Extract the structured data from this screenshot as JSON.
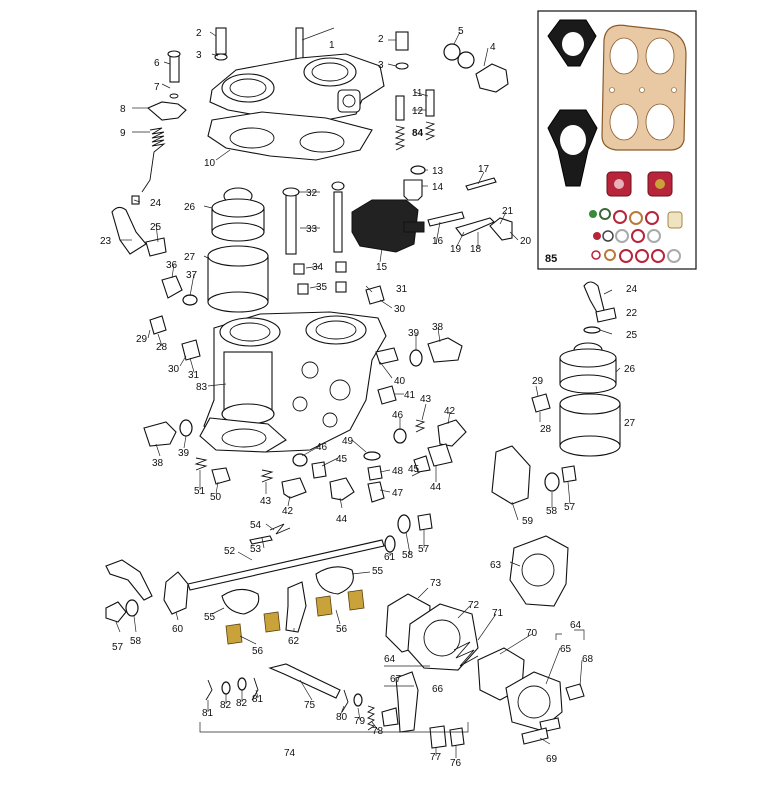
{
  "diagram": {
    "kit_label": "85",
    "callouts": {
      "body_top": "1",
      "screw_a": "2",
      "washer_a": "3",
      "plug": "4",
      "plug_washer": "5",
      "stud": "6",
      "clip_screw": "7",
      "bracket": "8",
      "spring_main": "9",
      "top_gasket": "10",
      "jet_11": "11",
      "jet_12": "12",
      "jet_13": "13",
      "needle_valve": "14",
      "float_cover": "15",
      "pin_16": "16",
      "rod_17": "17",
      "link_18": "18",
      "lever_19": "19",
      "bolt_20": "20",
      "nut_21": "21",
      "pump_nozzle": "22",
      "nozzle_pipe": "23",
      "screw_24": "24",
      "washer_25": "25",
      "venturi_26": "26",
      "float_27": "27",
      "jet_28": "28",
      "jet_29": "29",
      "jet_30": "30",
      "jet_31": "31",
      "jet_32": "32",
      "tube_33": "33",
      "jet_34": "34",
      "jet_35": "35",
      "jet_36": "36",
      "washer_37": "37",
      "plug_38": "38",
      "washer_39": "39",
      "jet_40": "40",
      "jet_41": "41",
      "screw_42": "42",
      "spring_43": "43",
      "screw_44": "44",
      "jet_45": "45",
      "washer_46": "46",
      "valve_47": "47",
      "jet_48": "48",
      "washer_49": "49",
      "spring_50": "50",
      "jet_51": "51",
      "shaft_52": "52",
      "pin_53": "53",
      "spring_54": "54",
      "throttle_55": "55",
      "screw_56": "56",
      "nut_57": "57",
      "washer_58": "58",
      "lever_59": "59",
      "lever_60": "60",
      "washer_61": "61",
      "link_62": "62",
      "pump_body": "63",
      "lever_assy_64": "64",
      "cover_65": "65",
      "link_66": "66",
      "pin_67": "67",
      "screw_68": "68",
      "screw_69": "69",
      "diaphragm_70": "70",
      "spring_71": "71",
      "diaphragm_72": "72",
      "gasket_73": "73",
      "linkage_74": "74",
      "rod_75": "75",
      "nut_76": "76",
      "nut_77": "77",
      "spring_78": "78",
      "washer_79": "79",
      "clip_80": "80",
      "clip_81": "81",
      "washer_82": "82",
      "body_83": "83",
      "jet_84": "84"
    }
  }
}
